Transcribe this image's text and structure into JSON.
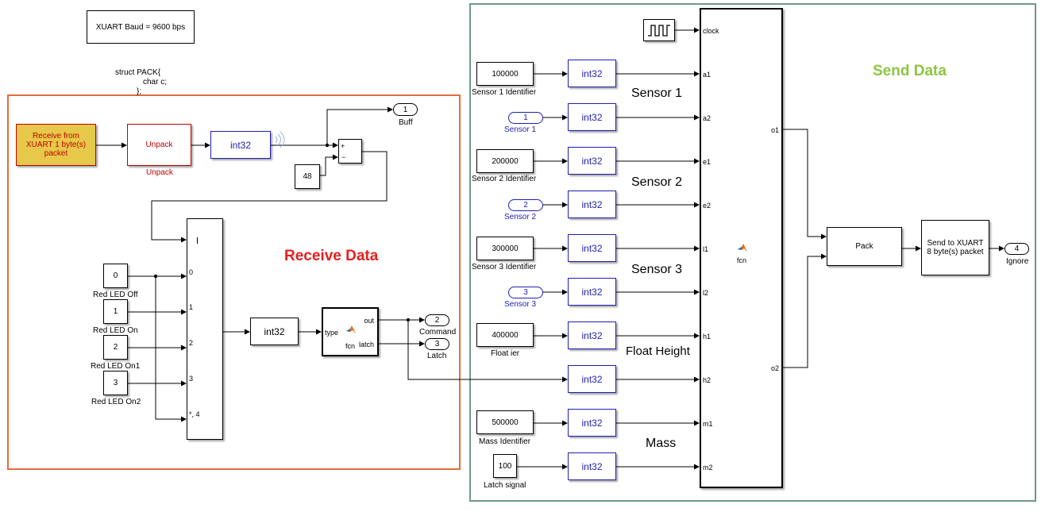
{
  "note": {
    "baud": "XUART Baud = 9600 bps"
  },
  "struct_text": {
    "line1": "struct  PACK{",
    "line2": "char c;",
    "line3": "};"
  },
  "areas": {
    "receive_title": "Receive Data",
    "send_title": "Send Data"
  },
  "receive": {
    "rx_block": "Receive from XUART 1 byte(s) packet",
    "unpack_block": "Unpack",
    "unpack_label": "Unpack",
    "int32_a": "int32",
    "const48": "48",
    "sum_plus": "+",
    "sum_minus": "−",
    "out1_num": "1",
    "out1_label": "Buff",
    "consts": [
      {
        "value": "0",
        "label": "Red LED Off"
      },
      {
        "value": "1",
        "label": "Red LED On"
      },
      {
        "value": "2",
        "label": "Red LED On1"
      },
      {
        "value": "3",
        "label": "Red LED On2"
      }
    ],
    "switch_ports": [
      "0",
      "1",
      "2",
      "3",
      "*, 4"
    ],
    "int32_b": "int32",
    "fcn_label": "fcn",
    "fcn_in": "type",
    "fcn_out1": "out",
    "fcn_out2": "latch",
    "out2_num": "2",
    "out2_label": "Command",
    "out3_num": "3",
    "out3_label": "Latch"
  },
  "send": {
    "c100000": "100000",
    "c100000_label": "Sensor 1 Identifier",
    "in1_num": "1",
    "in1_label": "Sensor 1",
    "c200000": "200000",
    "c200000_label": "Sensor 2 Identifier",
    "in2_num": "2",
    "in2_label": "Sensor 2",
    "c300000": "300000",
    "c300000_label": "Sensor 3 Identifier",
    "in3_num": "3",
    "in3_label": "Sensor 3",
    "c400000": "400000",
    "c400000_label": "Float ier",
    "c500000": "500000",
    "c500000_label": "Mass Identifier",
    "c100": "100",
    "c100_label": "Latch signal",
    "int32": "int32",
    "group_labels": [
      "Sensor 1",
      "Sensor 2",
      "Sensor 3",
      "Float Height",
      "Mass"
    ],
    "fcn_ports": [
      "clock",
      "a1",
      "a2",
      "e1",
      "e2",
      "l1",
      "l2",
      "h1",
      "h2",
      "m1",
      "m2"
    ],
    "fcn_out_ports": [
      "o1",
      "o2"
    ],
    "fcn_label": "fcn",
    "pack_block": "Pack",
    "tx_block": "Send to XUART 8 byte(s) packet",
    "out4_num": "4",
    "out4_label": "Ignore"
  },
  "colors": {
    "receive_border": "#e36c3a",
    "send_border": "#6e9a87",
    "receive_title": "#e81e1e",
    "send_title": "#8cc63f",
    "rx_fill": "#e6c94a",
    "blue": "#1f1fb4"
  }
}
